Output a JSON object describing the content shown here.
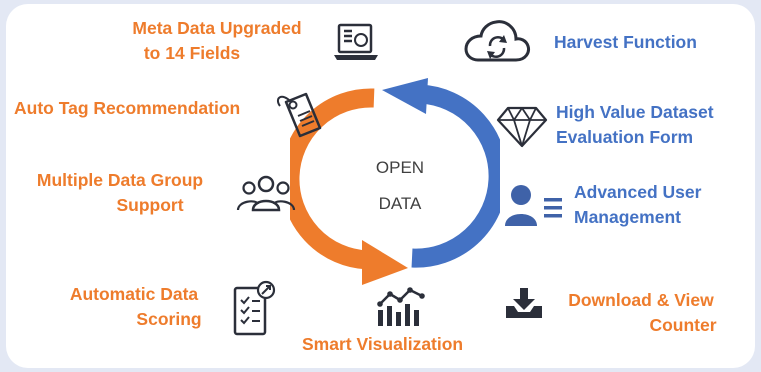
{
  "center": {
    "line1": "OPEN",
    "line2": "DATA"
  },
  "features": {
    "metadata": {
      "line1": "Meta Data Upgraded",
      "line2": "to 14 Fields",
      "icon": "code-laptop-icon"
    },
    "auto_tag": {
      "label": "Auto Tag Recommendation",
      "icon": "price-tag-icon"
    },
    "data_group": {
      "line1": "Multiple Data Group",
      "line2": "Support",
      "icon": "user-group-icon"
    },
    "scoring": {
      "line1": "Automatic Data",
      "line2": "Scoring",
      "icon": "checklist-icon"
    },
    "visualization": {
      "label": "Smart Visualization",
      "icon": "bar-chart-icon"
    },
    "harvest": {
      "label": "Harvest Function",
      "icon": "cloud-sync-icon"
    },
    "high_value": {
      "line1": "High Value Dataset",
      "line2": "Evaluation Form",
      "icon": "diamond-icon"
    },
    "user_mgmt": {
      "line1": "Advanced User",
      "line2": "Management",
      "icon": "user-list-icon"
    },
    "download": {
      "line1": "Download & View",
      "line2": "Counter",
      "icon": "download-tray-icon"
    }
  },
  "colors": {
    "orange": "#ee7c2c",
    "blue": "#4472c4",
    "icon_dark": "#2b2f3a"
  }
}
